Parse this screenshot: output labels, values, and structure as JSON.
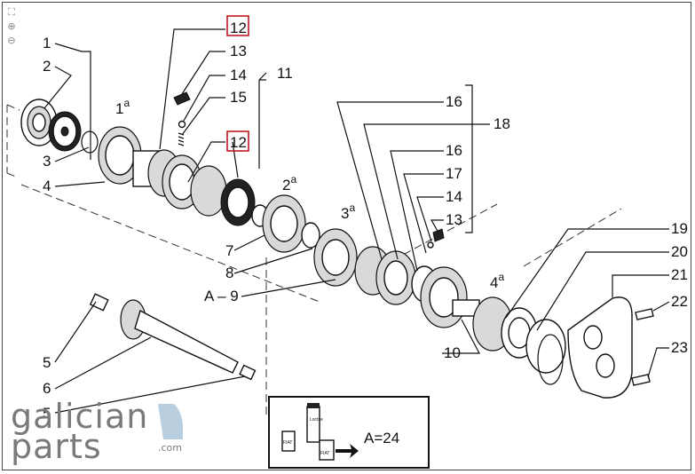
{
  "controls": {
    "fit_icon": "⛶",
    "zoom_in_icon": "⊕",
    "zoom_out_icon": "⊖"
  },
  "callouts": {
    "c1": "1",
    "c2": "2",
    "c3": "3",
    "c4": "4",
    "c5a": "5",
    "c6": "6",
    "c5b": "5",
    "c12a": "12",
    "c13a": "13",
    "c14a": "14",
    "c15": "15",
    "c11": "11",
    "c12b": "12",
    "c1a_num": "1",
    "c1a_sup": "a",
    "c2a_num": "2",
    "c2a_sup": "a",
    "c3a_num": "3",
    "c3a_sup": "a",
    "c4a_num": "4",
    "c4a_sup": "a",
    "c7": "7",
    "c8": "8",
    "cA9": "A – 9",
    "c16a": "16",
    "c18": "18",
    "c16b": "16",
    "c17": "17",
    "c14b": "14",
    "c13b": "13",
    "c10": "10",
    "c19": "19",
    "c20": "20",
    "c21": "21",
    "c22": "22",
    "c23": "23"
  },
  "legend": {
    "formula": "A=24",
    "tube_text": "Loctite",
    "box_a": "FIAT",
    "box_b": "FIAT"
  },
  "logo": {
    "line1": "galician",
    "line2": "parts",
    "domain": ".com"
  },
  "colors": {
    "highlight": "#c0181f",
    "logo_gray": "#7a7a7a"
  }
}
